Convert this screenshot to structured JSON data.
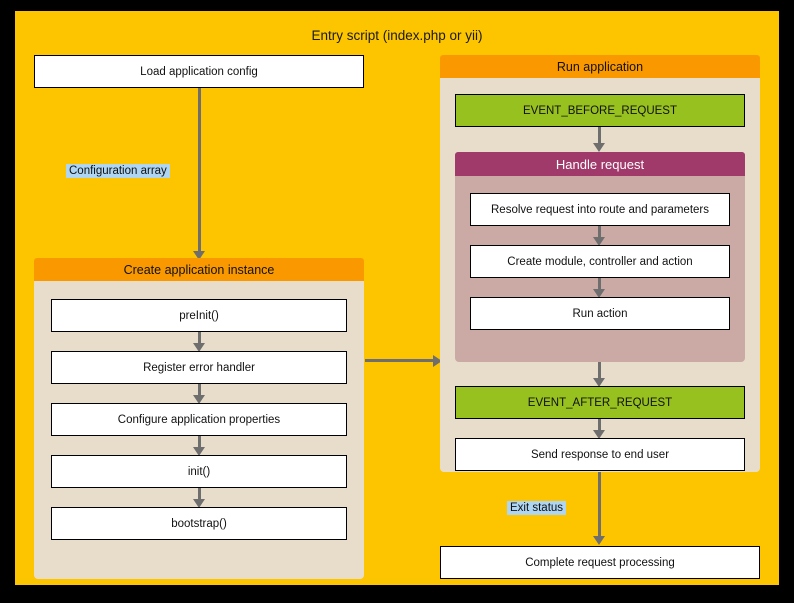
{
  "diagram": {
    "title": "Entry script (index.php or yii)",
    "colors": {
      "entry_background": "#fdc500",
      "subpanel_background": "#e8ddcb",
      "subpanel_header": "#fa9800",
      "handle_panel_background": "#cbaaa6",
      "handle_header": "#a03a6b",
      "event_box": "#96c11e",
      "process_box": "#ffffff",
      "edge_label": "#aed5f2",
      "arrow": "#6e6e6e",
      "page_background": "#000000"
    },
    "left_column": {
      "load_config_box": "Load application config",
      "edge_label_config": "Configuration array",
      "create_app_panel": {
        "header": "Create application instance",
        "steps": [
          "preInit()",
          "Register error handler",
          "Configure application properties",
          "init()",
          "bootstrap()"
        ]
      }
    },
    "right_column": {
      "run_app_panel": {
        "header": "Run application",
        "event_before": "EVENT_BEFORE_REQUEST",
        "handle_request_panel": {
          "header": "Handle request",
          "steps": [
            "Resolve request into route and parameters",
            "Create module, controller and action",
            "Run action"
          ]
        },
        "event_after": "EVENT_AFTER_REQUEST",
        "send_response": "Send response to end user"
      },
      "edge_label_exit": "Exit status",
      "complete_box": "Complete request processing"
    }
  }
}
